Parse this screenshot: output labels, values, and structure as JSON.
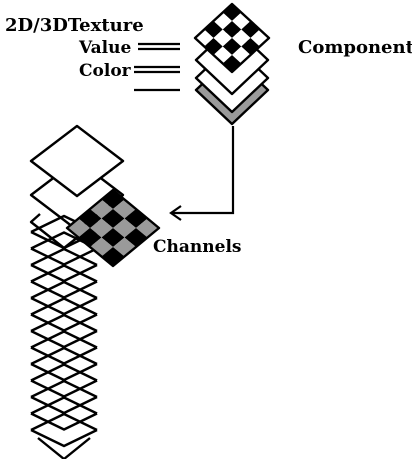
{
  "labels": {
    "texture": "2D/3DTexture",
    "value": "Value",
    "color": "Color",
    "component": "Component",
    "channels": "Channels"
  },
  "colors": {
    "stroke": "#000000",
    "gray": "#9a9a9a",
    "background": "#ffffff"
  }
}
